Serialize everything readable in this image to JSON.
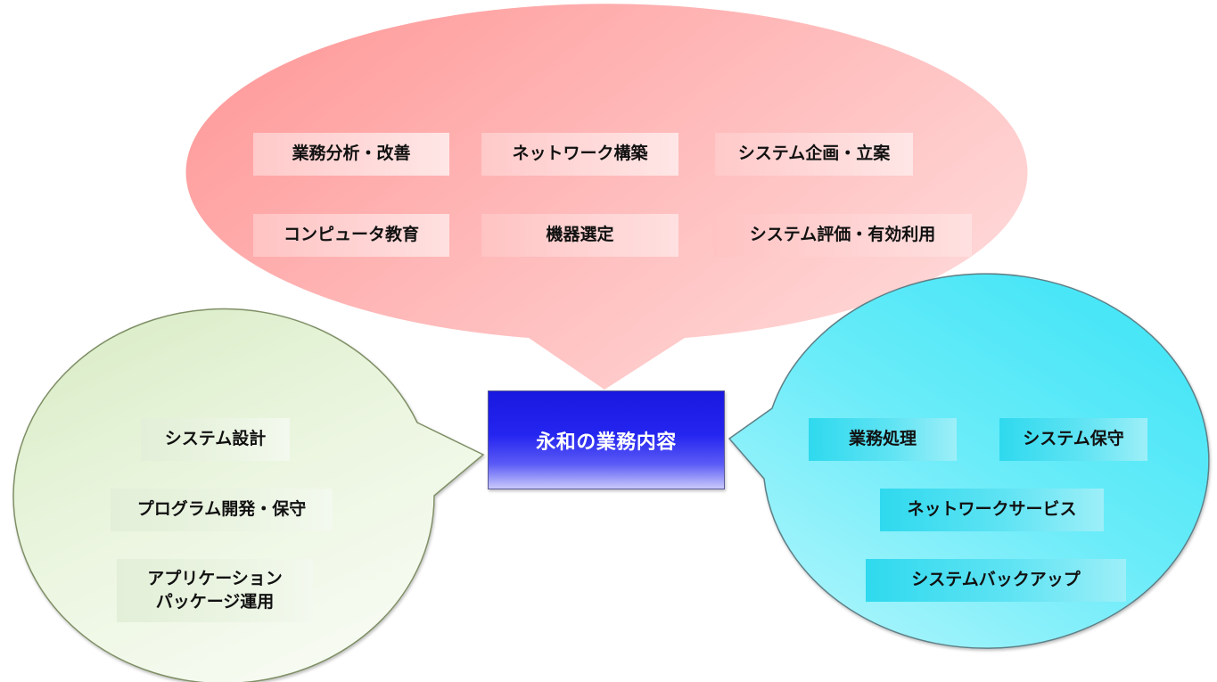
{
  "center": {
    "label": "永和の業務内容"
  },
  "top_bubble": {
    "items": [
      "業務分析・改善",
      "ネットワーク構築",
      "システム企画・立案",
      "コンピュータ教育",
      "機器選定",
      "システム評価・有効利用"
    ]
  },
  "left_bubble": {
    "items": [
      "システム設計",
      "プログラム開発・保守",
      "アプリケーション",
      "パッケージ運用"
    ]
  },
  "right_bubble": {
    "items": [
      "業務処理",
      "システム保守",
      "ネットワークサービス",
      "システムバックアップ"
    ]
  },
  "colors": {
    "top_bubble": "#ffb0b0",
    "left_bubble": "#e4f2d4",
    "right_bubble": "#5ee8f8",
    "center_box": "#2020ee"
  }
}
